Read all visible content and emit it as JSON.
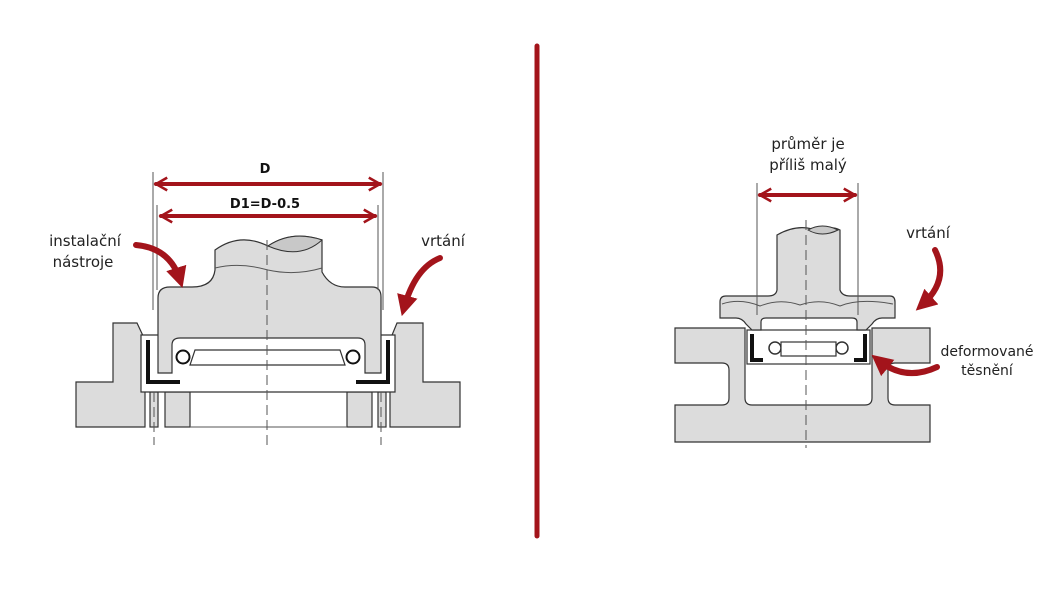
{
  "left_diagram": {
    "dimension_outer": "D",
    "dimension_inner": "D1=D-0.5",
    "tool_label_line1": "instalační",
    "tool_label_line2": "nástroje",
    "bore_label": "vrtání"
  },
  "right_diagram": {
    "diameter_label_line1": "průměr je",
    "diameter_label_line2": "příliš malý",
    "bore_label": "vrtání",
    "seal_label_line1": "deformované",
    "seal_label_line2": "těsnění"
  },
  "colors": {
    "accent": "#a3141b",
    "part_fill": "#dcdcdc",
    "line": "#333333"
  }
}
